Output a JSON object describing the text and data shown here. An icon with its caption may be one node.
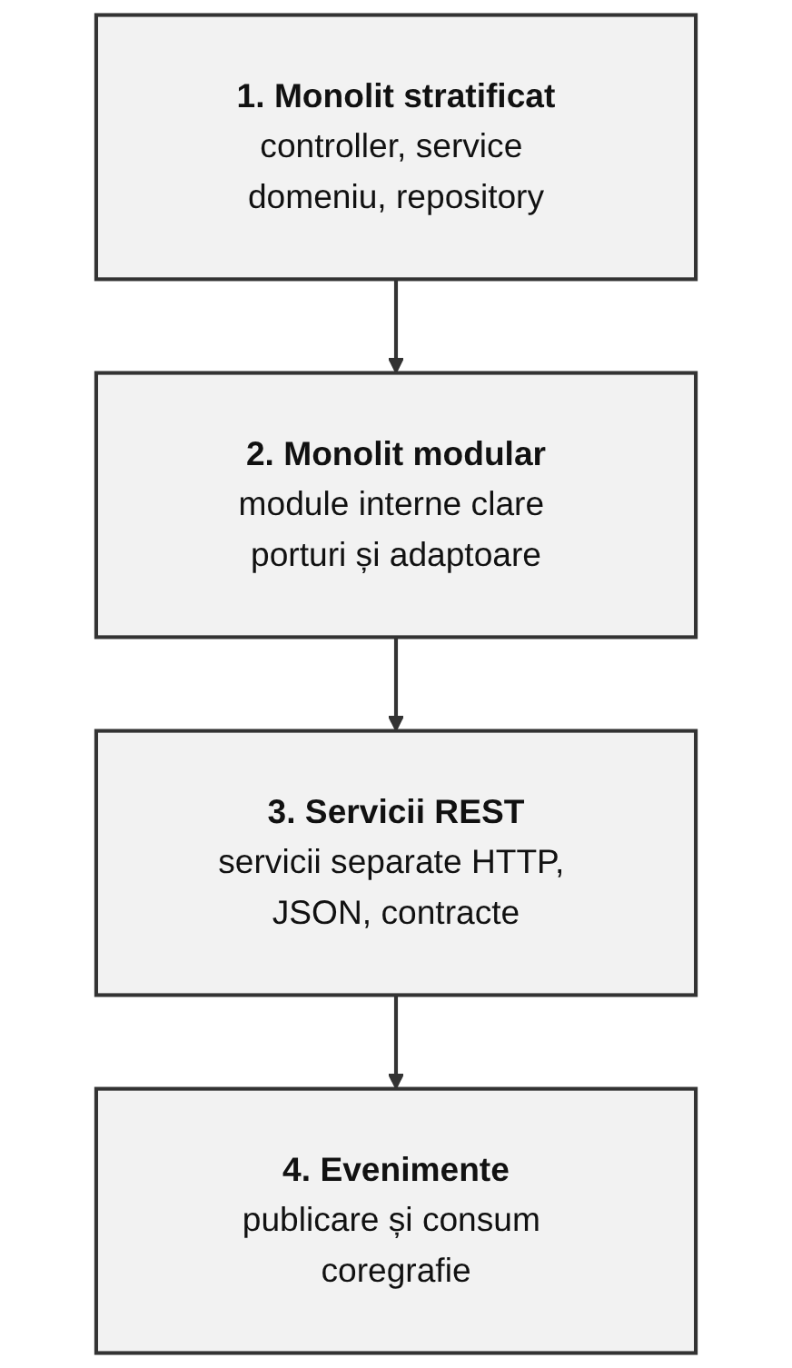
{
  "diagram": {
    "nodes": [
      {
        "text": [
          "1. Monolit stratificat",
          "controller, service domeniu, repository"
        ]
      },
      {
        "text": [
          "2. Monolit modular",
          "module interne clare porturi și adaptoare"
        ]
      },
      {
        "text": [
          "3. Servicii REST",
          "servicii separate HTTP, JSON, contracte"
        ]
      },
      {
        "text": [
          "4. Evenimente",
          "publicare și consum coregrafie"
        ]
      }
    ],
    "edges": [
      {
        "from": 0,
        "to": 1,
        "arrow": "to"
      },
      {
        "from": 1,
        "to": 2,
        "arrow": "to"
      },
      {
        "from": 2,
        "to": 3,
        "arrow": "to"
      }
    ]
  }
}
